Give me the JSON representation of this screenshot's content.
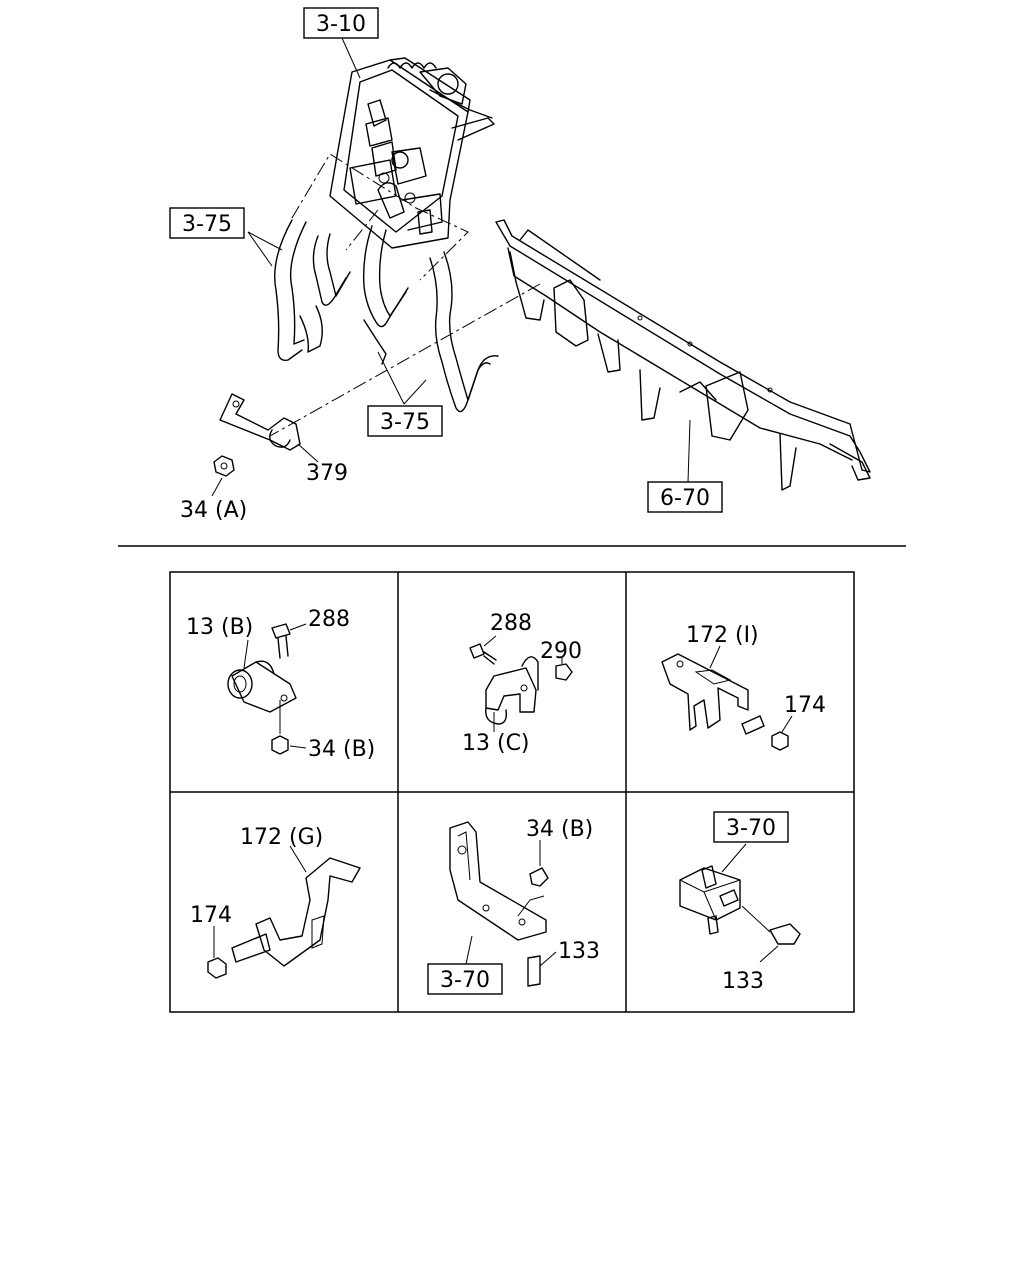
{
  "top_callouts": {
    "ref_3_10": "3-10",
    "ref_3_75_left": "3-75",
    "ref_3_75_bottom": "3-75",
    "ref_6_70": "6-70",
    "part_379": "379",
    "part_34a": "34 (A)"
  },
  "panels": [
    {
      "labels": [
        "13 (B)",
        "288",
        "34 (B)"
      ]
    },
    {
      "labels": [
        "288",
        "290",
        "13 (C)"
      ]
    },
    {
      "labels": [
        "172 (I)",
        "174"
      ]
    },
    {
      "labels": [
        "172 (G)",
        "174"
      ]
    },
    {
      "labels": [
        "34 (B)",
        "133",
        "3-70"
      ]
    },
    {
      "labels": [
        "3-70",
        "133"
      ]
    }
  ]
}
